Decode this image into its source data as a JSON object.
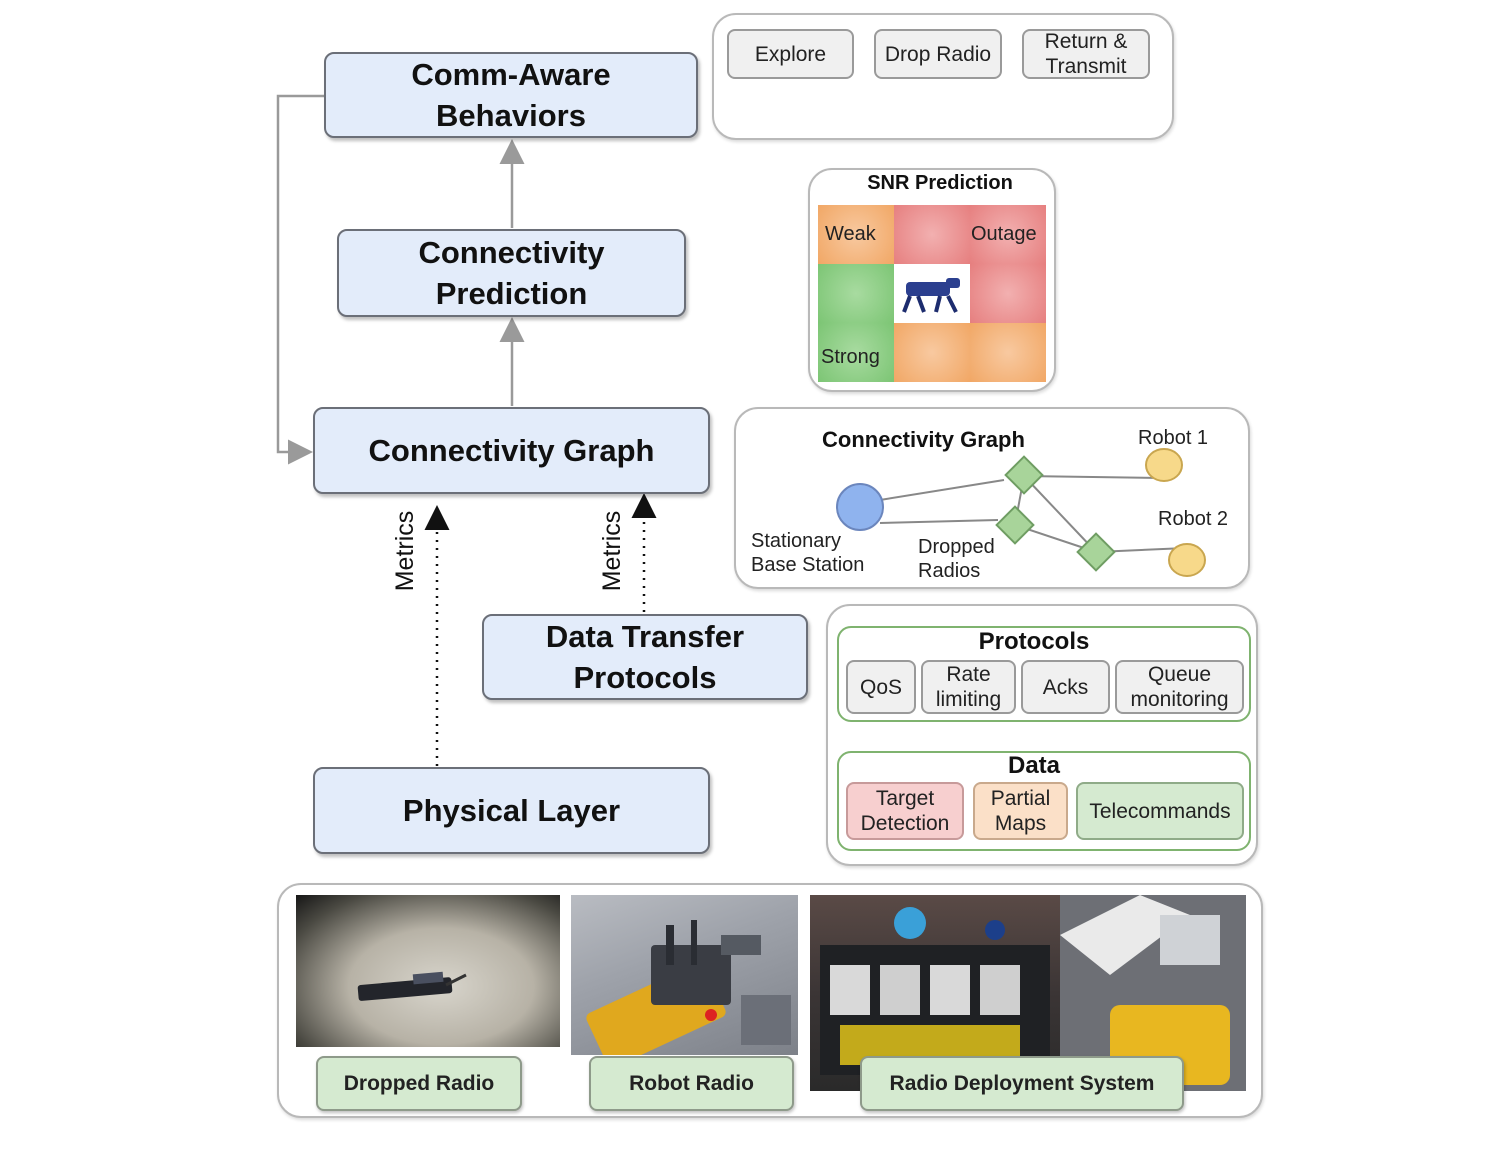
{
  "layers": {
    "comm_aware": "Comm-Aware\nBehaviors",
    "conn_prediction": "Connectivity\nPrediction",
    "conn_graph": "Connectivity Graph",
    "data_transfer": "Data Transfer\nProtocols",
    "physical": "Physical Layer",
    "metrics_left": "Metrics",
    "metrics_right": "Metrics"
  },
  "behaviors": {
    "explore": "Explore",
    "drop_radio": "Drop Radio",
    "return_transmit": "Return &\nTransmit"
  },
  "snr": {
    "title": "SNR Prediction",
    "weak": "Weak",
    "outage": "Outage",
    "strong": "Strong",
    "colors": {
      "weak": "#f4b27a",
      "outage": "#e98a8a",
      "strong": "#8ccf85"
    }
  },
  "graph_panel": {
    "title": "Connectivity Graph",
    "robot1": "Robot 1",
    "robot2": "Robot 2",
    "base_station": "Stationary\nBase Station",
    "dropped_radios": "Dropped\nRadios"
  },
  "protocols": {
    "title": "Protocols",
    "items": [
      "QoS",
      "Rate\nlimiting",
      "Acks",
      "Queue\nmonitoring"
    ],
    "data_title": "Data",
    "data_items": [
      "Target\nDetection",
      "Partial\nMaps",
      "Telecommands"
    ],
    "data_colors": [
      "#f7cfcf",
      "#fbe0c8",
      "#d5ead0"
    ]
  },
  "photos": {
    "dropped_radio": "Dropped Radio",
    "robot_radio": "Robot Radio",
    "deployment_system": "Radio Deployment System"
  }
}
